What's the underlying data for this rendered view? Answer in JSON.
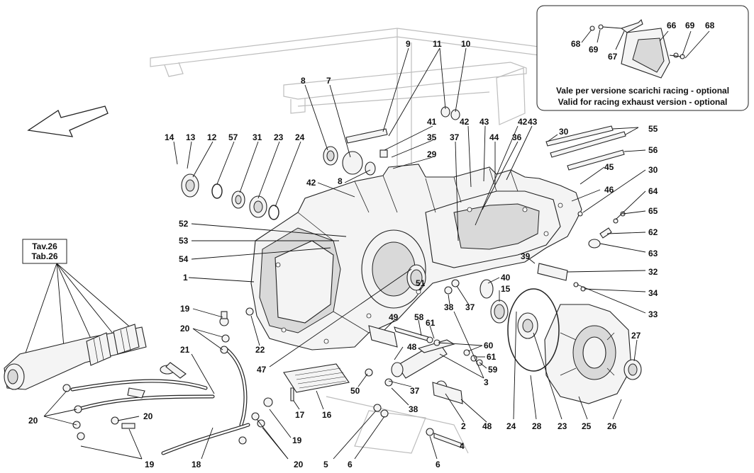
{
  "inset": {
    "caption_it": "Vale per versione scarichi racing - optional",
    "caption_en": "Valid for racing exhaust version - optional"
  },
  "ref_box": {
    "line1": "Tav.26",
    "line2": "Tab.26"
  },
  "callouts": [
    {
      "id": "c-68a",
      "text": "68"
    },
    {
      "id": "c-69a",
      "text": "69"
    },
    {
      "id": "c-67",
      "text": "67"
    },
    {
      "id": "c-66",
      "text": "66"
    },
    {
      "id": "c-69b",
      "text": "69"
    },
    {
      "id": "c-68b",
      "text": "68"
    },
    {
      "id": "c-9",
      "text": "9"
    },
    {
      "id": "c-11",
      "text": "11"
    },
    {
      "id": "c-10",
      "text": "10"
    },
    {
      "id": "c-8a",
      "text": "8"
    },
    {
      "id": "c-7",
      "text": "7"
    },
    {
      "id": "c-41",
      "text": "41"
    },
    {
      "id": "c-35",
      "text": "35"
    },
    {
      "id": "c-29",
      "text": "29"
    },
    {
      "id": "c-8b",
      "text": "8"
    },
    {
      "id": "c-42a",
      "text": "42"
    },
    {
      "id": "c-43a",
      "text": "43"
    },
    {
      "id": "c-44",
      "text": "44"
    },
    {
      "id": "c-42b",
      "text": "42"
    },
    {
      "id": "c-43b",
      "text": "43"
    },
    {
      "id": "c-36",
      "text": "36"
    },
    {
      "id": "c-37a",
      "text": "37"
    },
    {
      "id": "c-30a",
      "text": "30"
    },
    {
      "id": "c-55",
      "text": "55"
    },
    {
      "id": "c-56",
      "text": "56"
    },
    {
      "id": "c-45",
      "text": "45"
    },
    {
      "id": "c-30b",
      "text": "30"
    },
    {
      "id": "c-46",
      "text": "46"
    },
    {
      "id": "c-64",
      "text": "64"
    },
    {
      "id": "c-65",
      "text": "65"
    },
    {
      "id": "c-62",
      "text": "62"
    },
    {
      "id": "c-63",
      "text": "63"
    },
    {
      "id": "c-32",
      "text": "32"
    },
    {
      "id": "c-34",
      "text": "34"
    },
    {
      "id": "c-33",
      "text": "33"
    },
    {
      "id": "c-39",
      "text": "39"
    },
    {
      "id": "c-14",
      "text": "14"
    },
    {
      "id": "c-13",
      "text": "13"
    },
    {
      "id": "c-12",
      "text": "12"
    },
    {
      "id": "c-57",
      "text": "57"
    },
    {
      "id": "c-31",
      "text": "31"
    },
    {
      "id": "c-23a",
      "text": "23"
    },
    {
      "id": "c-24a",
      "text": "24"
    },
    {
      "id": "c-42c",
      "text": "42"
    },
    {
      "id": "c-52",
      "text": "52"
    },
    {
      "id": "c-53",
      "text": "53"
    },
    {
      "id": "c-54",
      "text": "54"
    },
    {
      "id": "c-1",
      "text": "1"
    },
    {
      "id": "c-40",
      "text": "40"
    },
    {
      "id": "c-15",
      "text": "15"
    },
    {
      "id": "c-51",
      "text": "51"
    },
    {
      "id": "c-38a",
      "text": "38"
    },
    {
      "id": "c-37b",
      "text": "37"
    },
    {
      "id": "c-19a",
      "text": "19"
    },
    {
      "id": "c-20a",
      "text": "20"
    },
    {
      "id": "c-22",
      "text": "22"
    },
    {
      "id": "c-49",
      "text": "49"
    },
    {
      "id": "c-58",
      "text": "58"
    },
    {
      "id": "c-61a",
      "text": "61"
    },
    {
      "id": "c-60",
      "text": "60"
    },
    {
      "id": "c-61b",
      "text": "61"
    },
    {
      "id": "c-59",
      "text": "59"
    },
    {
      "id": "c-48a",
      "text": "48"
    },
    {
      "id": "c-27",
      "text": "27"
    },
    {
      "id": "c-47",
      "text": "47"
    },
    {
      "id": "c-21",
      "text": "21"
    },
    {
      "id": "c-3",
      "text": "3"
    },
    {
      "id": "c-50",
      "text": "50"
    },
    {
      "id": "c-37c",
      "text": "37"
    },
    {
      "id": "c-17",
      "text": "17"
    },
    {
      "id": "c-16",
      "text": "16"
    },
    {
      "id": "c-38b",
      "text": "38"
    },
    {
      "id": "c-2",
      "text": "2"
    },
    {
      "id": "c-48b",
      "text": "48"
    },
    {
      "id": "c-24b",
      "text": "24"
    },
    {
      "id": "c-28",
      "text": "28"
    },
    {
      "id": "c-23b",
      "text": "23"
    },
    {
      "id": "c-25",
      "text": "25"
    },
    {
      "id": "c-26",
      "text": "26"
    },
    {
      "id": "c-20b",
      "text": "20"
    },
    {
      "id": "c-20c",
      "text": "20"
    },
    {
      "id": "c-19b",
      "text": "19"
    },
    {
      "id": "c-19c",
      "text": "19"
    },
    {
      "id": "c-18",
      "text": "18"
    },
    {
      "id": "c-20d",
      "text": "20"
    },
    {
      "id": "c-5",
      "text": "5"
    },
    {
      "id": "c-6a",
      "text": "6"
    },
    {
      "id": "c-6b",
      "text": "6"
    },
    {
      "id": "c-4",
      "text": "4"
    }
  ]
}
